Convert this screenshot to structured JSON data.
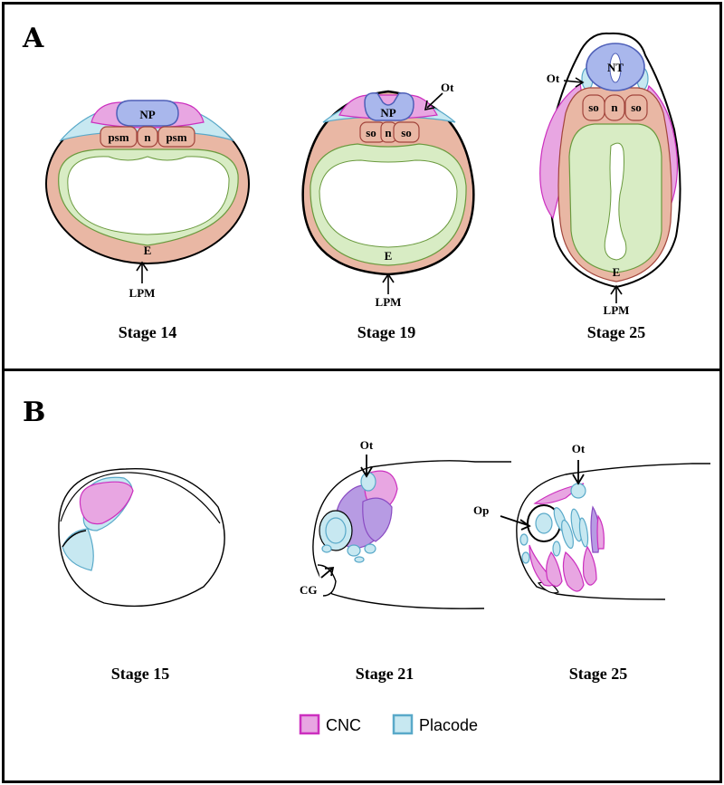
{
  "panel_a": {
    "letter": "A",
    "stages": [
      "Stage 14",
      "Stage 19",
      "Stage 25"
    ],
    "labels": {
      "s14": {
        "np": "NP",
        "psm": "psm",
        "n": "n",
        "e": "E",
        "lpm": "LPM"
      },
      "s19": {
        "np": "NP",
        "so": "so",
        "n": "n",
        "ot": "Ot",
        "e": "E",
        "lpm": "LPM"
      },
      "s25": {
        "nt": "NT",
        "so": "so",
        "n": "n",
        "ot": "Ot",
        "e": "E",
        "lpm": "LPM"
      }
    }
  },
  "panel_b": {
    "letter": "B",
    "stages": [
      "Stage 15",
      "Stage 21",
      "Stage 25"
    ],
    "labels": {
      "ot": "Ot",
      "cg": "CG",
      "op": "Op"
    }
  },
  "legend": [
    {
      "label": "CNC",
      "stroke": "#cc2fbf",
      "fill": "#e8a6e2"
    },
    {
      "label": "Placode",
      "stroke": "#59a9c9",
      "fill": "#c7e8f1"
    }
  ],
  "colors": {
    "neural": "#a9b7ec",
    "mesoderm": "#e9b7a4",
    "endoderm": "#d8ecc4",
    "cnc": "#e8a6e2",
    "placode": "#c7e8f1"
  }
}
